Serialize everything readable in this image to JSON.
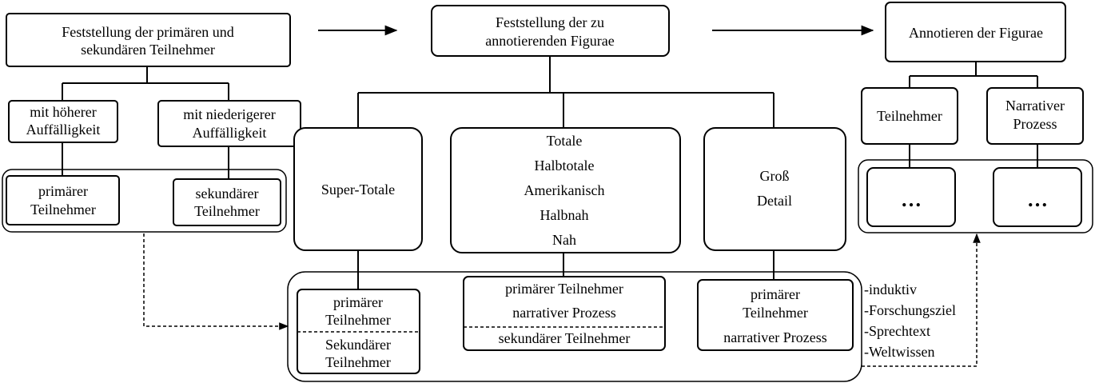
{
  "colors": {
    "stroke": "#000000",
    "background": "#ffffff"
  },
  "step1": {
    "title": [
      "Feststellung der primären und",
      "sekundären Teilnehmer"
    ],
    "high": [
      "mit höherer",
      "Auffälligkeit"
    ],
    "low": [
      "mit niederigerer",
      "Auffälligkeit"
    ],
    "primary": [
      "primärer",
      "Teilnehmer"
    ],
    "secondary": [
      "sekundärer",
      "Teilnehmer"
    ]
  },
  "step2": {
    "title": [
      "Feststellung der zu",
      "annotierenden Figurae"
    ],
    "super": "Super-Totale",
    "middle": [
      "Totale",
      "Halbtotale",
      "Amerikanisch",
      "Halbnah",
      "Nah"
    ],
    "close": [
      "Groß",
      "Detail"
    ],
    "sub1_top": [
      "primärer",
      "Teilnehmer"
    ],
    "sub1_bottom": [
      "Sekundärer",
      "Teilnehmer"
    ],
    "sub2_top": [
      "primärer Teilnehmer",
      "narrativer Prozess"
    ],
    "sub2_bottom": "sekundärer Teilnehmer",
    "sub3": [
      "primärer",
      "Teilnehmer",
      "narrativer Prozess"
    ]
  },
  "step3": {
    "title": "Annotieren der Figurae",
    "participant": "Teilnehmer",
    "process": [
      "Narrativer",
      "Prozess"
    ],
    "dots": [
      "…",
      "…"
    ]
  },
  "notes": [
    "-induktiv",
    "-Forschungsziel",
    "-Sprechtext",
    "-Weltwissen"
  ]
}
